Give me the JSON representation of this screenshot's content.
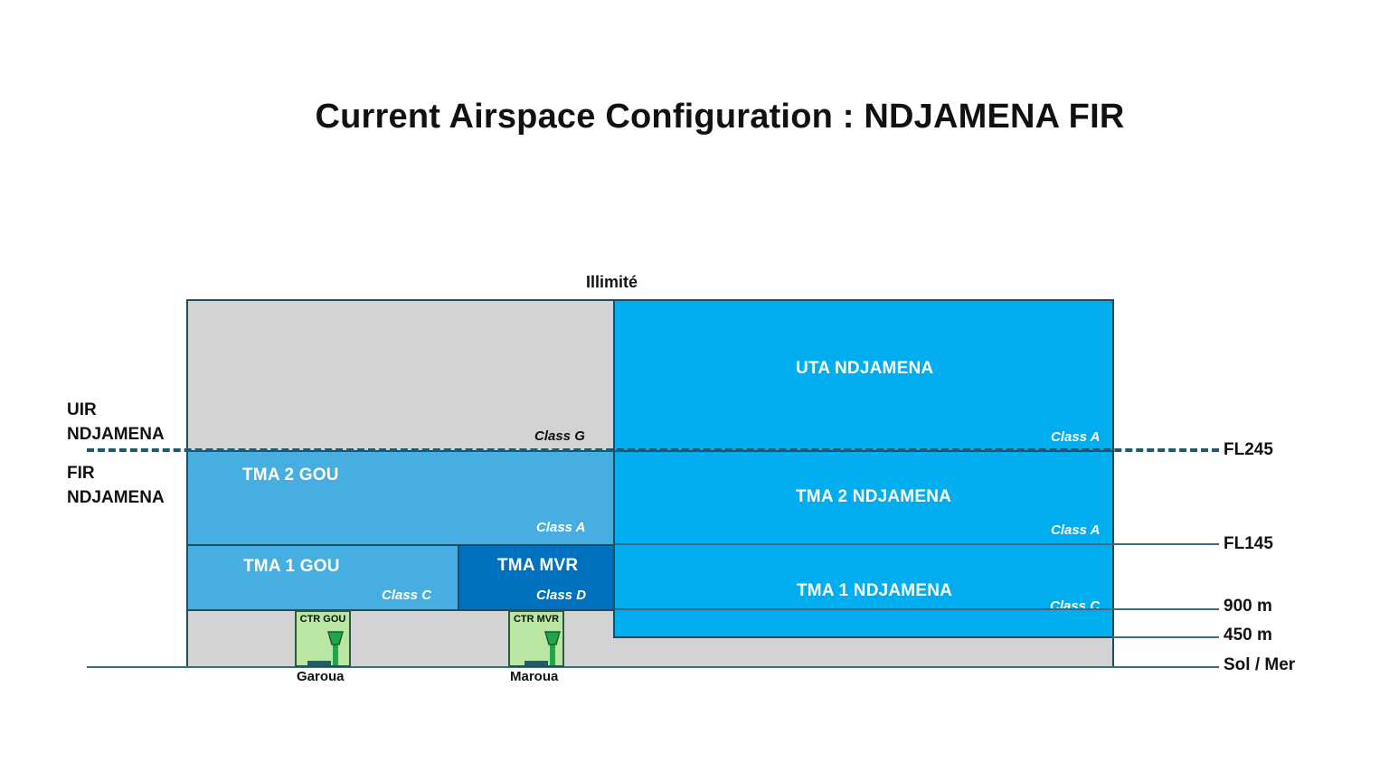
{
  "title": "Current Airspace Configuration : NDJAMENA FIR",
  "labels": {
    "unlimited": "Illimité",
    "uir_line1": "UIR",
    "uir_line2": "NDJAMENA",
    "fir_line1": "FIR",
    "fir_line2": "NDJAMENA"
  },
  "levels": {
    "fl245": "FL245",
    "fl145": "FL145",
    "m900": "900 m",
    "m450": "450 m",
    "ground": "Sol / Mer"
  },
  "zones": {
    "class_g": {
      "class": "Class G"
    },
    "uta_ndjamena": {
      "name": "UTA NDJAMENA",
      "class": "Class A"
    },
    "tma2_gou": {
      "name": "TMA 2 GOU",
      "class": "Class A"
    },
    "tma2_ndjamena": {
      "name": "TMA 2 NDJAMENA",
      "class": "Class A"
    },
    "tma1_gou": {
      "name": "TMA 1 GOU",
      "class": "Class C"
    },
    "tma_mvr": {
      "name": "TMA MVR",
      "class": "Class D"
    },
    "tma1_ndjamena": {
      "name": "TMA 1 NDJAMENA",
      "class": "Class C"
    }
  },
  "ctr": {
    "gou": {
      "name": "CTR GOU",
      "city": "Garoua"
    },
    "mvr": {
      "name": "CTR MVR",
      "city": "Maroua"
    }
  },
  "colors": {
    "uncontrolled": "#d3d3d3",
    "upper_blue": "#00adef",
    "mid_blue": "#47aee1",
    "dark_blue": "#0071bf",
    "ctr_green": "#b9e6a3",
    "tower_green": "#1fa64a"
  }
}
